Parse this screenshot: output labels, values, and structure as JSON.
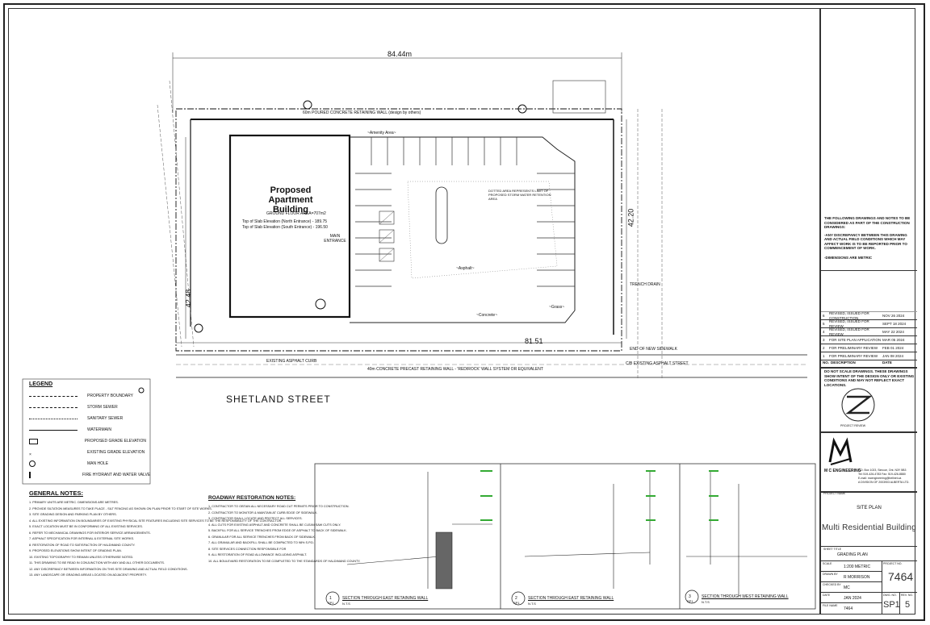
{
  "site": {
    "street_name": "SHETLAND STREET",
    "overall_width": "84.44m",
    "right_depth": "42.20",
    "left_depth": "42.48",
    "frontage": "81.51",
    "building": {
      "title_line1": "Proposed",
      "title_line2": "Apartment",
      "title_line3": "Building",
      "ground_floor_area": "GROUND FLOOR AREA=707m2",
      "slab_north": "Top of Slab Elevation (North Entrance) - 189.75",
      "slab_south": "Top of Slab Elevation (South Entrance) - 196.50"
    },
    "labels": {
      "retaining_wall_top": "60m POURED CONCRETE RETAINING WALL (design by others)",
      "main_entrance": "MAIN ENTRANCE",
      "sidewalk_note": "40m CONCRETE PRECAST RETAINING WALL - 'REDIROCK' WALL SYSTEM OR EQUIVALENT",
      "asphalt": "~Asphalt~",
      "concrete": "~Concrete~",
      "grass": "~Grass~",
      "amenity": "~Amenity Area~",
      "storage_note": "DOTTED AREA REPRESENTS LIMIT OF PROPOSED STORM WATER RETENTION AREA",
      "existing_curb": "EXISTING ASPHALT CURB",
      "end_of_new_sidewalk": "END OF NEW SIDEWALK",
      "existing_asphalt_street": "C/B EXISTING ASPHALT STREET",
      "trench_drain": "TRENCH DRAIN"
    }
  },
  "legend": {
    "title": "LEGEND",
    "items": [
      "PROPERTY BOUNDARY",
      "STORM SEWER",
      "SANITARY SEWER",
      "WATERMAIN",
      "PROPOSED GRADE ELEVATION",
      "EXISTING GRADE ELEVATION",
      "MAN HOLE",
      "FIRE HYDRANT AND WATER VALVE"
    ]
  },
  "general_notes": {
    "title": "GENERAL NOTES:",
    "items": [
      "1. PRIMARY UNITS ARE METRIC. DIMENSIONS ARE METRES.",
      "2. PROVIDE SILTATION MEASURES TO TAKE PLACE - SILT FENCING AS SHOWN ON PLAN PRIOR TO START OF SITE WORKS.",
      "3. SITE GRADING DESIGN AND PARKING PLAN BY OTHERS.",
      "4. ALL EXISTING INFORMATION ON BOUNDARIES OF EXISTING PHYSICAL SITE FEATURES INCLUDING SITE SERVICES TO BE THE RESPONSIBILITY OF THE CONTRACTOR.",
      "5. EXACT LOCATION MUST BE IN CONFORMING OF ALL EXISTING SERVICES.",
      "6. REFER TO MECHANICAL DRAWINGS FOR INTERIOR SERVICE ARRANGEMENTS.",
      "7. ASPHALT SPECIFICATION FOR INTERNAL & EXTERNAL SITE WORKS.",
      "8. RESTORATION OF ROAD TO SATISFACTION OF HALDIMAND COUNTY.",
      "9. PROPOSED ELEVATIONS SHOW INTENT OF GRADING PLAN.",
      "10. EXISTING TOPOGRAPHY TO REMAIN UNLESS OTHERWISE NOTED.",
      "11. THIS DRAWING TO BE READ IN CONJUNCTION WITH ANY AND ALL OTHER DOCUMENTS.",
      "12. ANY DISCREPANCY BETWEEN INFORMATION ON THIS SITE DRAWING AND ACTUAL FIELD CONDITIONS.",
      "13. ANY LANDSCAPE OR GRADING AREAS LOCATED ON ADJACENT PROPERTY."
    ]
  },
  "roadway_notes": {
    "title": "ROADWAY RESTORATION NOTES:",
    "items": [
      "1. CONTRACTOR TO OBTAIN ALL NECESSARY ROAD CUT PERMITS PRIOR TO CONSTRUCTION.",
      "2. CONTRACTOR TO MONITOR & MAINTAIN AT CURB EDGE OF SIDEWALK.",
      "3. CONTRACTOR SHALL LOCATE AND PROTECT ALL SERVICES.",
      "4. ALL CUTS FOR EXISTING ASPHALT AND CONCRETE SHALL BE CLEAN SAW CUTS ONLY.",
      "5. BACKFILL FOR ALL SERVICE TRENCHES FROM EDGE OF ASPHALT TO BACK OF SIDEWALK.",
      "6. GRANULAR FOR ALL SERVICE TRENCHES FROM BACK OF SIDEWALK.",
      "7. ALL GRANULAR AND BACKFILL SHALL BE COMPACTED TO 98% S.P.D.",
      "8. SITE SERVICES CONNECTION RESPONSIBLE FOR",
      "9. ALL RESTORATION OF ROAD ALLOWANCE INCLUDING ASPHALT.",
      "10. ALL BOULEVARD RESTORATION TO BE COMPLETED TO THE STANDARDS OF HALDIMAND COUNTY."
    ]
  },
  "sections": [
    {
      "num": "1",
      "sheet": "SP1",
      "title": "SECTION THROUGH EAST RETAINING WALL",
      "scale": "N.T.S"
    },
    {
      "num": "2",
      "sheet": "SP1",
      "title": "SECTION THROUGH EAST RETAINING WALL",
      "scale": "N.T.S"
    },
    {
      "num": "3",
      "sheet": "SP1",
      "title": "SECTION THROUGH WEST RETAINING WALL",
      "scale": "N.T.S"
    }
  ],
  "titleblock": {
    "note_header": "THE FOLLOWING DRAWINGS AND NOTES TO BE CONSIDERED AS PART OF THE CONSTRUCTION DRAWINGS:",
    "note_1": "-ANY DISCREPANCY BETWEEN THIS DRAWING AND ACTUAL FIELD CONDITIONS WHICH MAY AFFECT WORK IS TO BE REPORTED PRIOR TO COMMENCEMENT OF WORK.",
    "note_2": "-DIMENSIONS ARE METRIC",
    "revisions": [
      {
        "no": "6",
        "desc": "REVISED, ISSUED FOR CONSTRUCTION",
        "date": "NOV 26 2024"
      },
      {
        "no": "5",
        "desc": "REVISED, ISSUED FOR REVIEW",
        "date": "SEPT 18 2024"
      },
      {
        "no": "4",
        "desc": "REVISED, ISSUED FOR REVIEW",
        "date": "MAY 22 2024"
      },
      {
        "no": "3",
        "desc": "FOR SITE PLAN APPLICATION",
        "date": "MAR 05 2024"
      },
      {
        "no": "2",
        "desc": "FOR PRELIMINARY REVIEW",
        "date": "FEB 01 2024"
      },
      {
        "no": "1",
        "desc": "FOR PRELIMINARY REVIEW",
        "date": "JAN 08 2024"
      }
    ],
    "revisions_header": {
      "no": "NO.",
      "desc": "DESCRIPTION",
      "date": "DATE"
    },
    "do_not_scale": "DO NOT SCALE DRAWINGS. THESE DRAWINGS SHOW INTENT OF THE DESIGN ONLY OR EXISTING CONDITIONS AND MAY NOT REFLECT EXACT LOCATIONS.",
    "stamp_label": "PROJECT REVIEW",
    "firm_name": "M C ENGINEERING",
    "firm_address": "P.O. Box 1023, Simcoe, Ont. N3Y 5B3",
    "firm_tel": "Tel: 519-426-4783   Fax: 519-426-8880",
    "firm_email": "E-mail: mcengineering@bellnet.ca",
    "firm_division": "A DIVISION OF 2003903 ALBERTA LTD.",
    "project_label": "PROJECT NAME",
    "sheet_label": "SITE PLAN",
    "project_name": "Multi Residential Building",
    "sheet_title_label": "SHEET TITLE",
    "sheet_title": "GRADING PLAN",
    "scale_label": "SCALE",
    "scale_value": "1:200 METRIC",
    "project_no_label": "PROJECT NO.",
    "project_no": "7464",
    "drawn_by_label": "DRAWN BY",
    "drawn_by": "R MORRISON",
    "checked_label": "CHECKED BY",
    "checked_by": "MC",
    "date_label": "DATE",
    "date_value": "JAN 2024",
    "file_label": "FILE NAME",
    "file_value": "7464",
    "dwg_no_label": "DWG. NO.",
    "dwg_no": "SP1",
    "rev_no_label": "REV. NO.",
    "rev_no": "5"
  }
}
